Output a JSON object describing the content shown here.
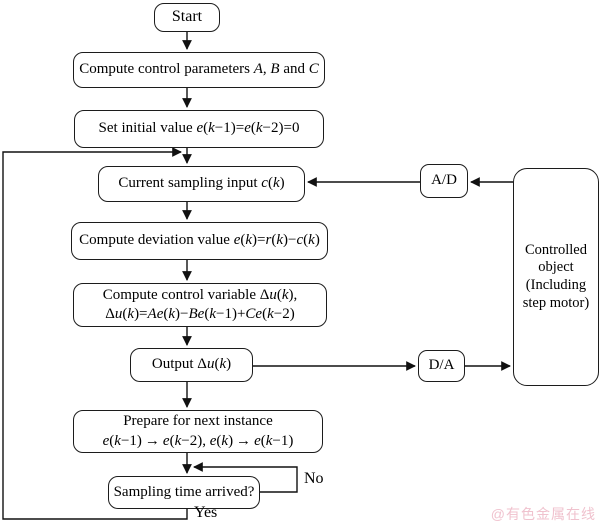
{
  "diagram": {
    "title_hint": "Digital control algorithm flowchart",
    "nodes": {
      "start": "Start",
      "params": "Compute control parameters *A*, *B* and *C*",
      "init": "Set initial value *e*(*k*−1)=*e*(*k*−2)=0",
      "input": "Current sampling input *c*(*k*)",
      "deviation": "Compute deviation value *e*(*k*)=*r*(*k*)−*c*(*k*)",
      "control": "Compute control variable Δ*u*(*k*),\nΔ*u*(*k*)=*Ae*(*k*)−*Be*(*k*−1)+*Ce*(*k*−2)",
      "output": "Output Δ*u*(*k*)",
      "prepare": "Prepare for next instance\n*e*(*k*−1) → *e*(*k*−2), *e*(*k*) → *e*(*k*−1)",
      "sampling": "Sampling time arrived?",
      "ad": "A/D",
      "da": "D/A",
      "controlled": "Controlled\nobject\n(Including\nstep motor)"
    },
    "edge_labels": {
      "no": "No",
      "yes": "Yes"
    },
    "colors": {
      "line": "#111111",
      "box_border": "#1c1c1c",
      "watermark": "#f0c2ce"
    }
  },
  "watermark": "@有色金属在线"
}
